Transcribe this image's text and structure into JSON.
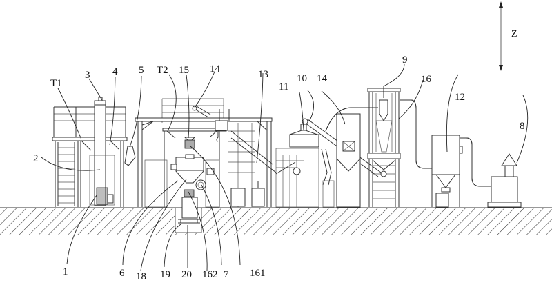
{
  "figure": {
    "type": "patent line drawing",
    "subject": "production line side elevation with numbered components",
    "axis": {
      "label": "Z",
      "direction": "vertical, double-headed arrow"
    },
    "ground": {
      "pattern": "diagonal hatching"
    }
  },
  "callouts": {
    "T1": "T1",
    "T2": "T2",
    "c1": "1",
    "c2": "2",
    "c3": "3",
    "c4": "4",
    "c5": "5",
    "c6": "6",
    "c7": "7",
    "c8": "8",
    "c9": "9",
    "c10": "10",
    "c11": "11",
    "c12": "12",
    "c13": "13",
    "c14a": "14",
    "c14b": "14",
    "c15": "15",
    "c16": "16",
    "c18": "18",
    "c19": "19",
    "c20": "20",
    "c161": "161",
    "c162": "162"
  },
  "colors": {
    "line": "#333333",
    "background": "#ffffff"
  }
}
